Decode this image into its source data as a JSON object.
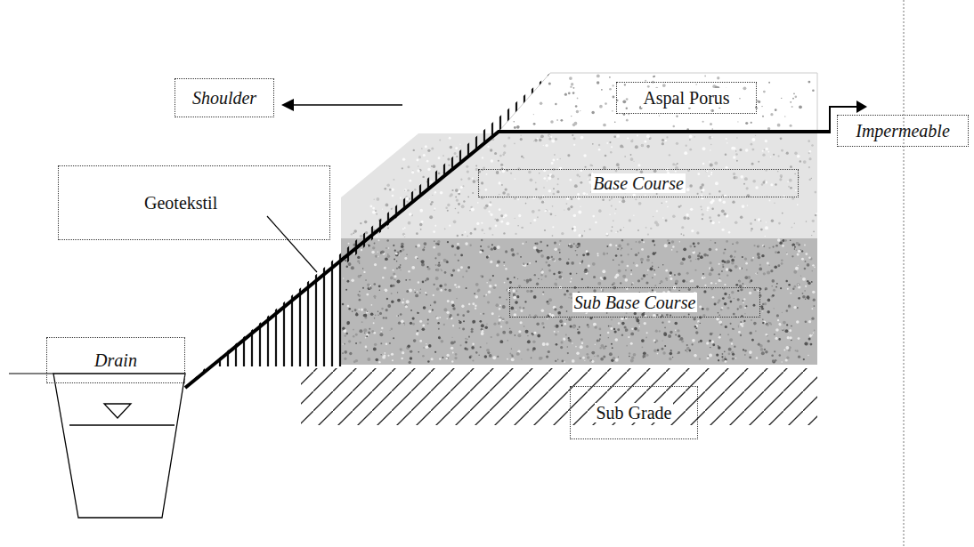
{
  "diagram": {
    "nodes": [
      {
        "text": [
          "Shoulder"
        ]
      },
      {
        "text": [
          "Aspal Porus"
        ]
      },
      {
        "text": [
          "Impermeable"
        ]
      },
      {
        "text": [
          "Geotekstil"
        ]
      },
      {
        "text": [
          "Base Course"
        ]
      },
      {
        "text": [
          "Sub Base Course"
        ]
      },
      {
        "text": [
          "Drain"
        ]
      },
      {
        "text": [
          "Sub Grade"
        ]
      }
    ]
  }
}
